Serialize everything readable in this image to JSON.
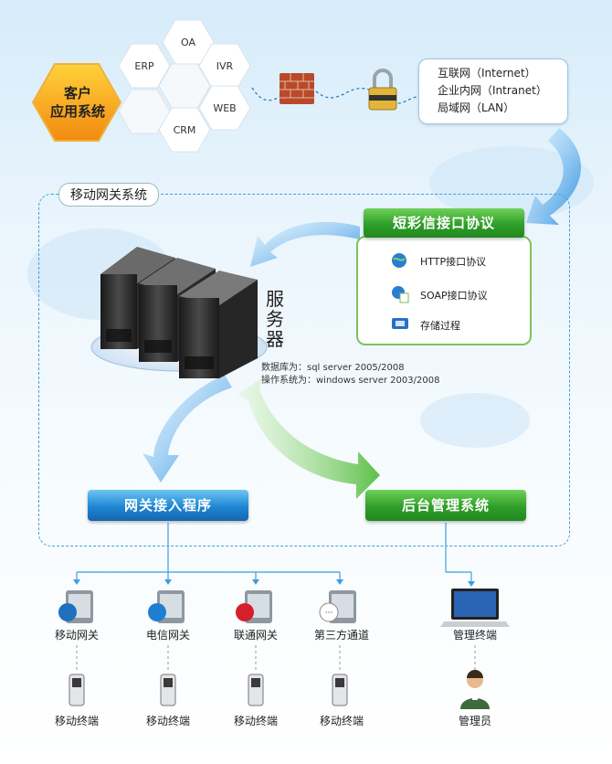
{
  "client": {
    "label_line1": "客户",
    "label_line2": "应用系统"
  },
  "hexagons": {
    "oa": "OA",
    "erp": "ERP",
    "ivr": "IVR",
    "web": "WEB",
    "crm": "CRM"
  },
  "network": {
    "items": [
      "互联网（Internet）",
      "企业内网（Intranet）",
      "局域网（LAN）"
    ]
  },
  "gateway": {
    "title": "移动网关系统",
    "protocol_header": "短彩信接口协议",
    "protocols": [
      {
        "label": "HTTP接口协议",
        "icon": "globe-icon"
      },
      {
        "label": "SOAP接口协议",
        "icon": "globe-doc-icon"
      },
      {
        "label": "存储过程",
        "icon": "database-icon"
      }
    ],
    "server_label": [
      "服",
      "务",
      "器"
    ],
    "db_info": "数据库为：sql server 2005/2008",
    "os_info": "操作系统为：windows server 2003/2008",
    "access_program": "网关接入程序",
    "admin_system": "后台管理系统"
  },
  "channels": [
    {
      "label": "移动网关",
      "terminal": "移动终端"
    },
    {
      "label": "电信网关",
      "terminal": "移动终端"
    },
    {
      "label": "联通网关",
      "terminal": "移动终端"
    },
    {
      "label": "第三方通道",
      "terminal": "移动终端"
    }
  ],
  "management": {
    "terminal_label": "管理终端",
    "admin_label": "管理员"
  },
  "colors": {
    "green": "#2f9e29",
    "blue": "#1f86d3",
    "dashed": "#3aa0e0",
    "client_orange": "#f7a21a"
  }
}
